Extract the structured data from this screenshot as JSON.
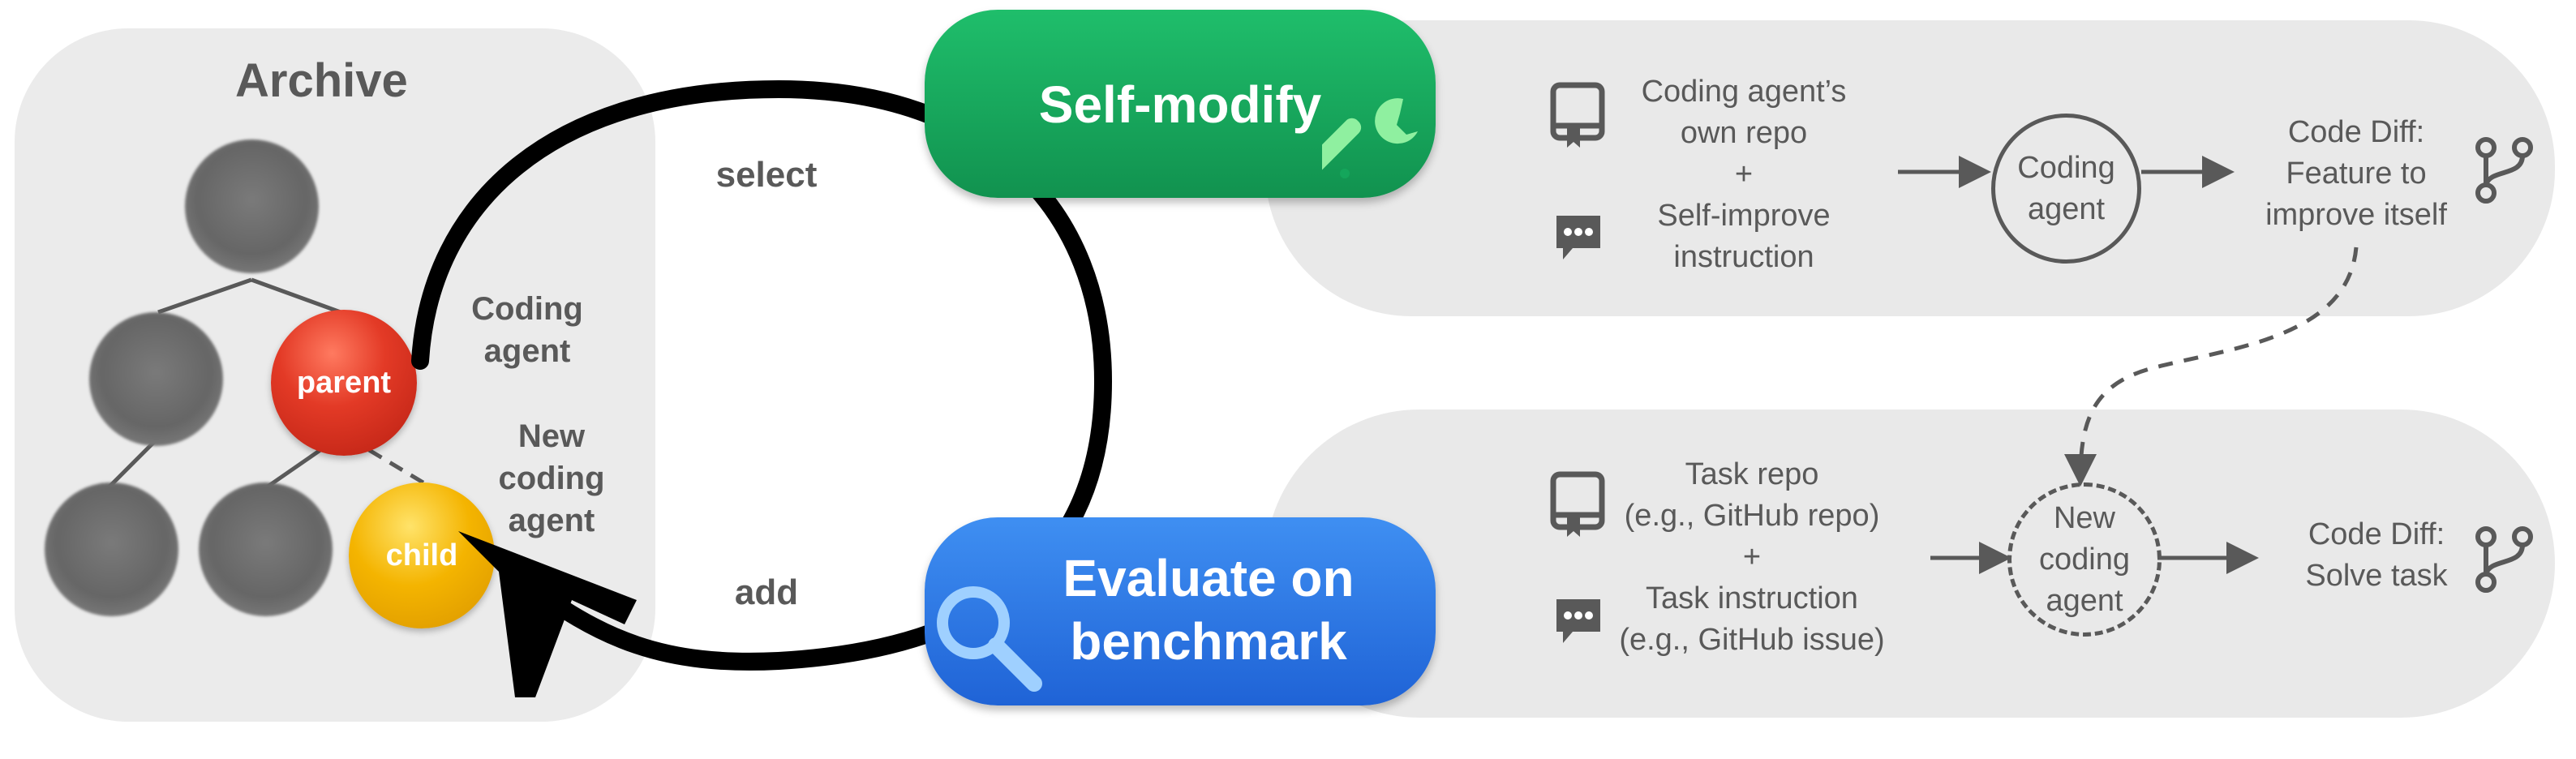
{
  "archive": {
    "title": "Archive",
    "parent_label": "parent",
    "child_label": "child",
    "coding_agent_line1": "Coding",
    "coding_agent_line2": "agent",
    "new_agent_line1": "New",
    "new_agent_line2": "coding",
    "new_agent_line3": "agent"
  },
  "loop": {
    "select_label": "select",
    "add_label": "add"
  },
  "self_modify": {
    "label": "Self-modify",
    "color": "#14a65b",
    "icon": "wrench-icon"
  },
  "evaluate": {
    "line1": "Evaluate on",
    "line2": "benchmark",
    "color": "#2e78e6",
    "icon": "magnifier-icon"
  },
  "top_flow": {
    "input_line1": "Coding agent’s",
    "input_line2": "own repo",
    "plus": "+",
    "input_line3": "Self-improve",
    "input_line4": "instruction",
    "agent_line1": "Coding",
    "agent_line2": "agent",
    "output_line1": "Code Diff:",
    "output_line2": "Feature to",
    "output_line3": "improve itself"
  },
  "bottom_flow": {
    "input_line1": "Task repo",
    "input_line2": "(e.g., GitHub repo)",
    "plus": "+",
    "input_line3": "Task instruction",
    "input_line4": "(e.g., GitHub issue)",
    "agent_line1": "New",
    "agent_line2": "coding",
    "agent_line3": "agent",
    "output_line1": "Code Diff:",
    "output_line2": "Solve task"
  },
  "icons": [
    "repo-icon",
    "comment-icon",
    "branch-icon"
  ]
}
